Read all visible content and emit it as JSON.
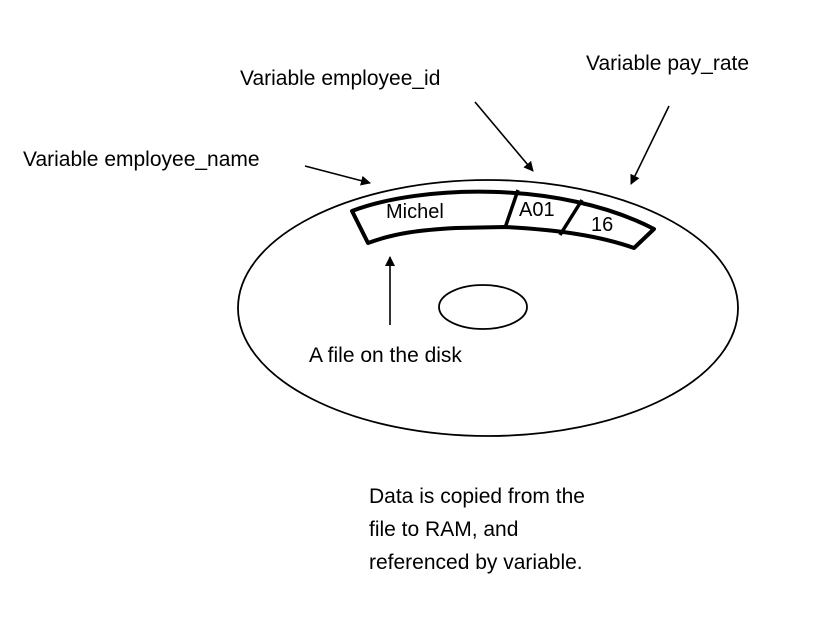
{
  "labels": {
    "employee_name": "Variable employee_name",
    "employee_id": "Variable employee_id",
    "pay_rate": "Variable pay_rate",
    "file_on_disk": "A file on the disk"
  },
  "file_record": {
    "name": "Michel",
    "id": "A01",
    "rate": "16"
  },
  "note_lines": [
    "Data is copied from the",
    "file to RAM, and",
    "referenced by variable."
  ],
  "colors": {
    "stroke": "#000000",
    "background": "#ffffff"
  }
}
